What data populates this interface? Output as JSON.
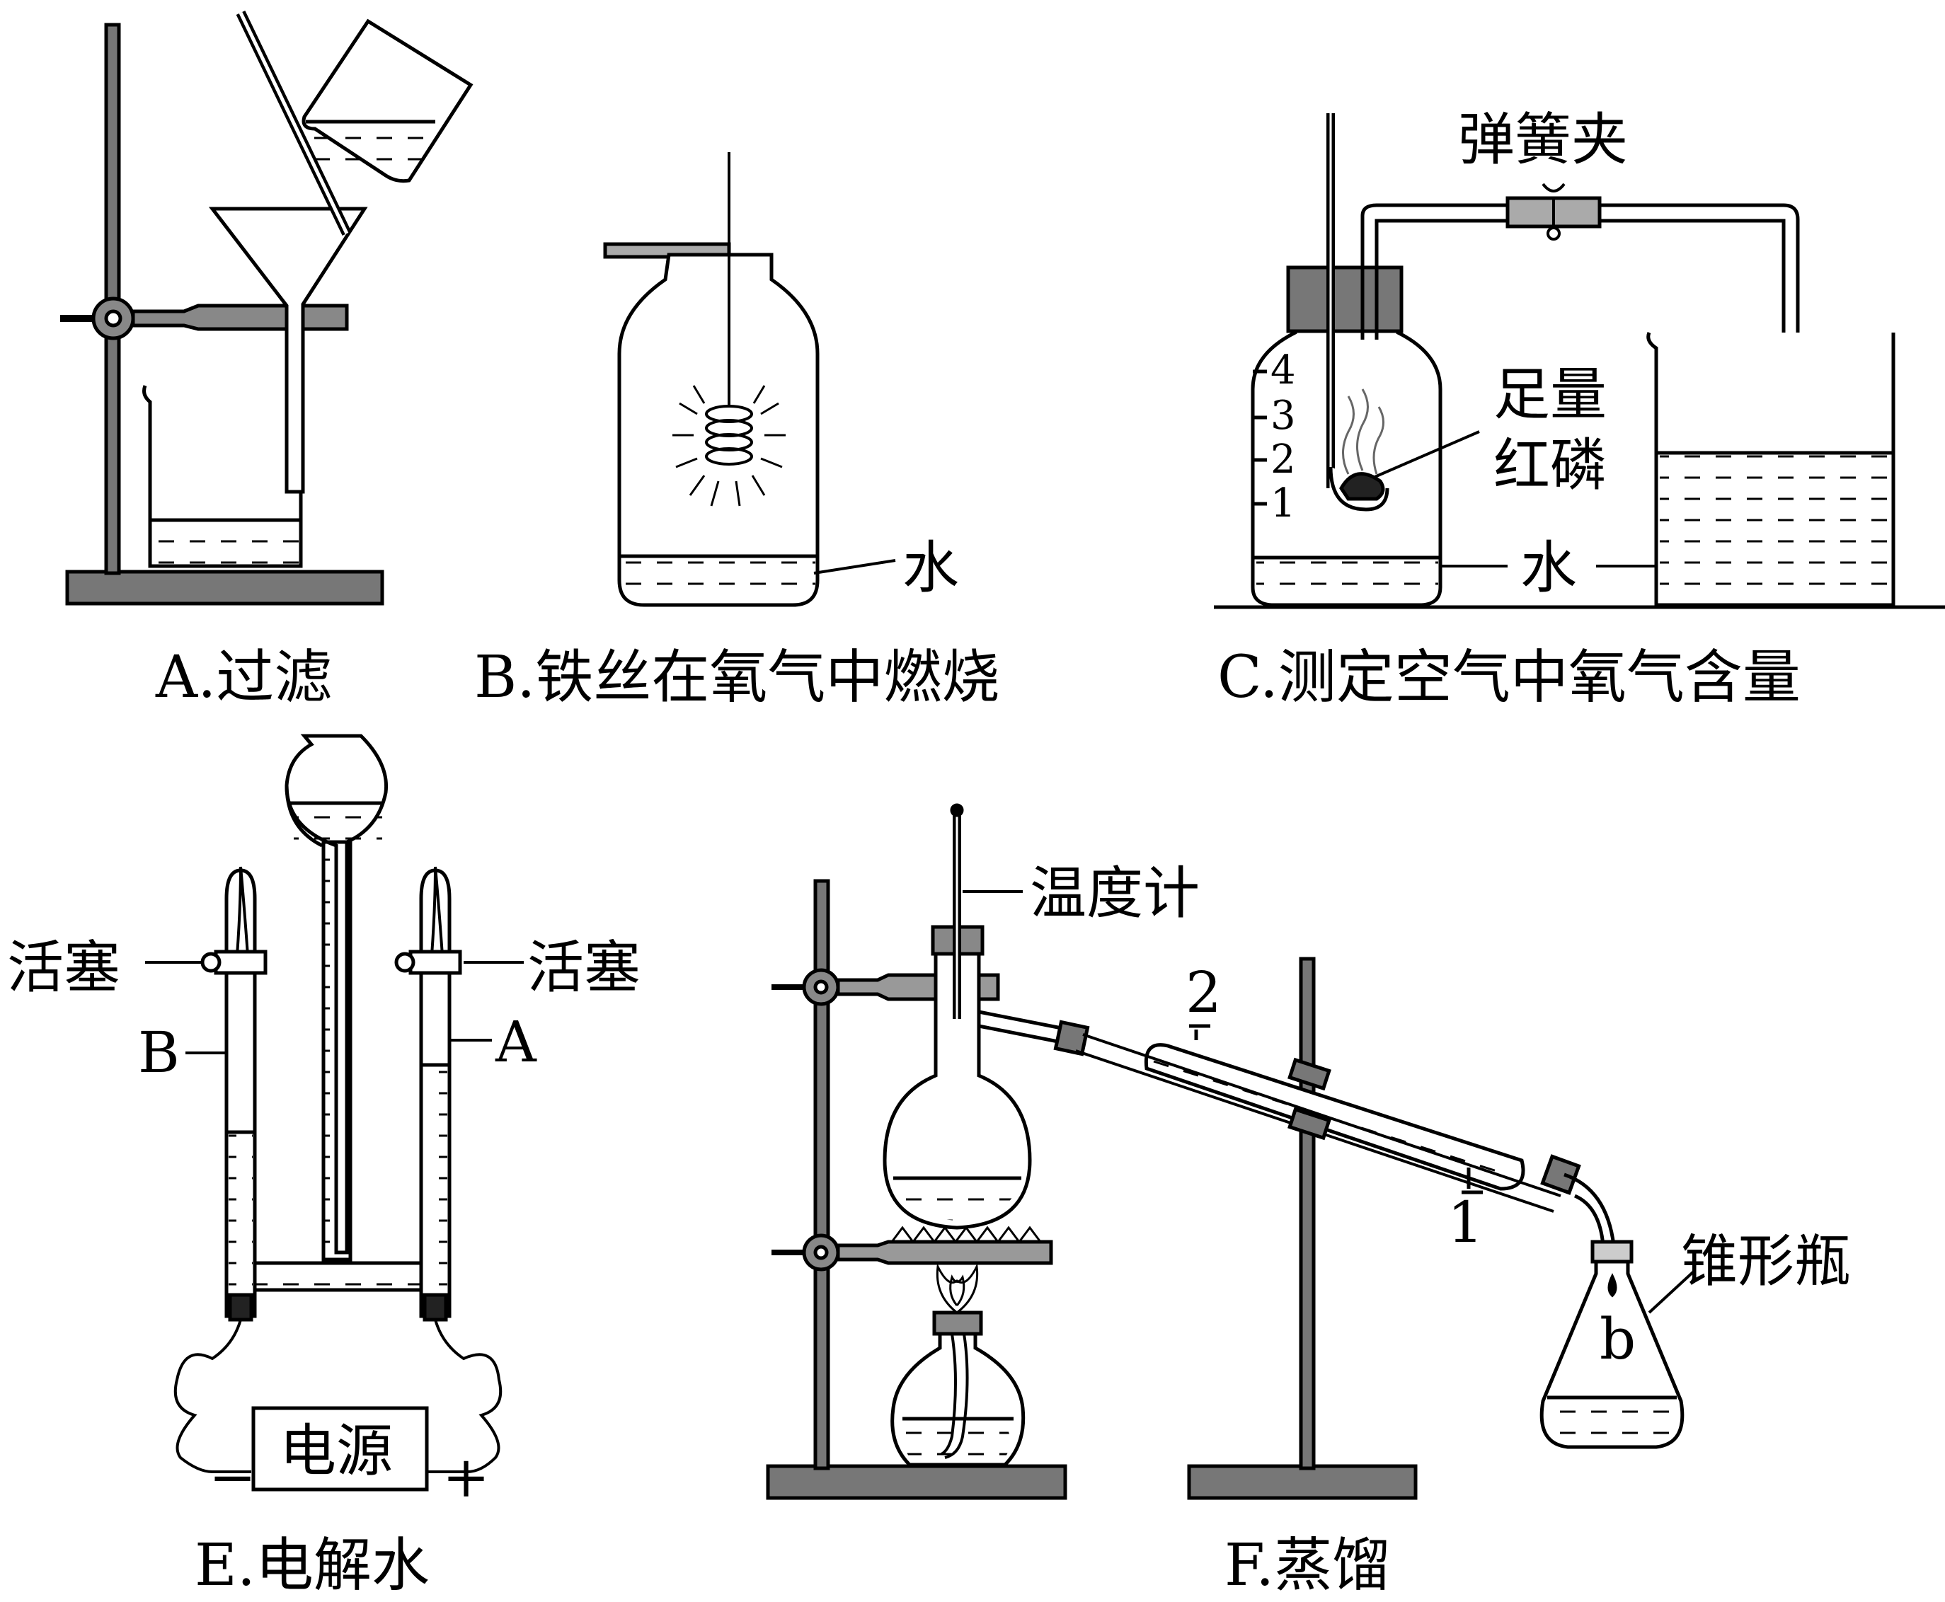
{
  "panels": {
    "A": {
      "caption": "A.过滤"
    },
    "B": {
      "caption": "B.铁丝在氧气中燃烧",
      "water_label": "水"
    },
    "C": {
      "caption": "C.测定空气中氧气含量",
      "clip_label": "弹簧夹",
      "phosphorus_label_1": "足量",
      "phosphorus_label_2": "红磷",
      "water_label": "水",
      "scale": [
        "4",
        "3",
        "2",
        "1"
      ]
    },
    "E": {
      "caption": "E.电解水",
      "stopcock_left": "活塞",
      "stopcock_right": "活塞",
      "tube_b": "B",
      "tube_a": "A",
      "power_label": "电源",
      "minus": "−",
      "plus": "+"
    },
    "F": {
      "caption": "F.蒸馏",
      "thermometer_label": "温度计",
      "port_2": "2",
      "port_1": "1",
      "flask_label": "锥形瓶",
      "flask_letter": "b"
    }
  }
}
